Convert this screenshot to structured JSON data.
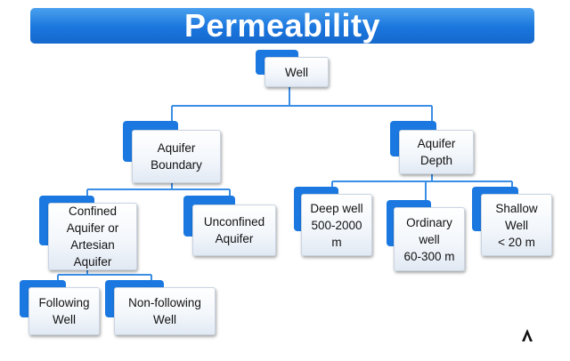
{
  "title": "Permeability",
  "nodes": {
    "well": "Well",
    "aquifer_boundary": "Aquifer\nBoundary",
    "aquifer_depth": "Aquifer\nDepth",
    "confined": "Confined\nAquifer or\nArtesian\nAquifer",
    "unconfined": "Unconfined\nAquifer",
    "deep_well": "Deep well\n500-2000\nm",
    "ordinary_well": "Ordinary\nwell\n60-300 m",
    "shallow_well": "Shallow\nWell\n< 20 m",
    "following_well": "Following\nWell",
    "non_following_well": "Non-following\nWell"
  },
  "colors": {
    "accent": "#1a78e0",
    "connector": "#3b8ee6",
    "box_fill": "#f2f6fb"
  }
}
